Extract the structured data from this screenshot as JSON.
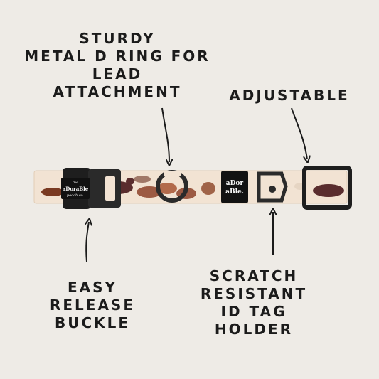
{
  "labels": {
    "d_ring": [
      "STURDY",
      "METAL D RING FOR",
      "LEAD",
      "ATTACHMENT"
    ],
    "adjustable": [
      "ADJUSTABLE"
    ],
    "buckle": [
      "EASY",
      "RELEASE",
      "BUCKLE"
    ],
    "id_tag": [
      "SCRATCH",
      "RESISTANT",
      "ID TAG",
      "HOLDER"
    ]
  },
  "product": {
    "brand_tag": [
      "aDor",
      "aBle."
    ],
    "buckle_logo": [
      "the",
      "aDoraBle",
      "pooch co."
    ]
  },
  "colors": {
    "background": "#eeebe6",
    "text": "#1b1b1b",
    "webbing": "#f2e3d3",
    "hardware": "#1e1e1e",
    "print_brown": "#6b3524"
  }
}
